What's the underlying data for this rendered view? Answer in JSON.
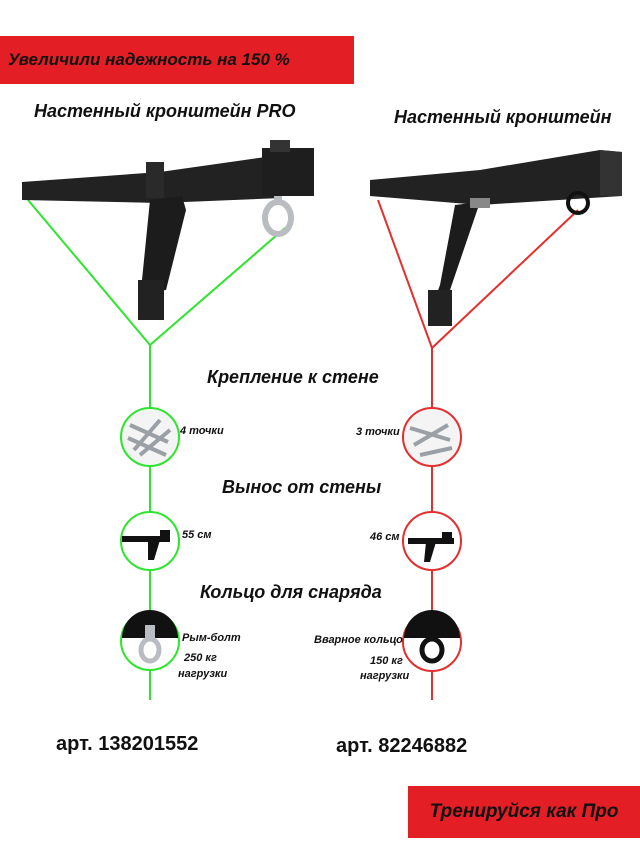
{
  "banner_top": "Увеличили надежность на 150 %",
  "banner_bottom": "Тренируйся как Про",
  "left": {
    "title": "Настенный кронштейн PRO",
    "points": "4 точки",
    "offset": "55 см",
    "ring_type": "Рым-болт",
    "load_value": "250 кг",
    "load_label": "нагрузки",
    "article": "арт.  138201552",
    "accent_color": "#2ee52e"
  },
  "right": {
    "title": "Настенный кронштейн",
    "points": "3 точки",
    "offset": "46 см",
    "ring_type": "Вварное кольцо",
    "load_value": "150 кг",
    "load_label": "нагрузки",
    "article": "арт.  82246882",
    "accent_color": "#e52e2e"
  },
  "features": {
    "mount": "Крепление к стене",
    "offset": "Вынос от стены",
    "ring": "Кольцо для снаряда"
  }
}
